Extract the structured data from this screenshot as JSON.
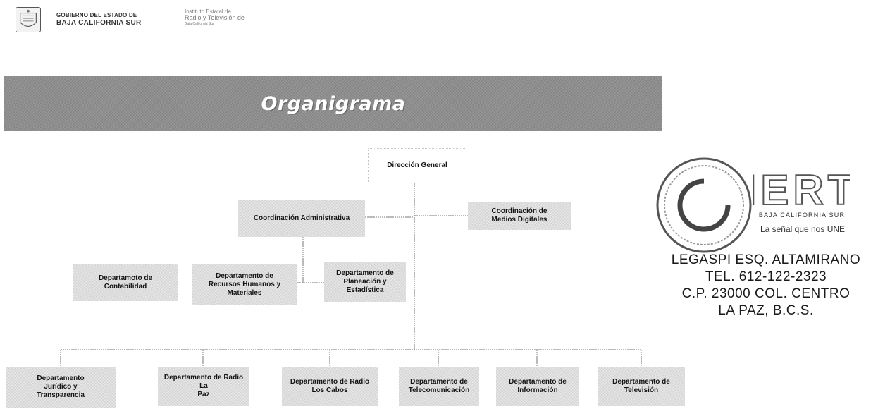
{
  "header": {
    "government_line1": "GOBIERNO DEL ESTADO DE",
    "government_line2": "BAJA CALIFORNIA SUR",
    "institute_line1": "Instituto Estatal de",
    "institute_line2": "Radio y Televisión de",
    "institute_line3": "Baja California Sur"
  },
  "banner": {
    "title": "Organigrama"
  },
  "org_chart": {
    "director": "Dirección General",
    "coordination_admin": "Coordinación  Administrativa",
    "coordination_digital": "Coordinación de\nMedios Digitales",
    "dept_contabilidad": "Departamoto de\nContabilidad",
    "dept_recursos": "Departamento de\nRecursos Humanos y\nMateriales",
    "dept_planeacion": "Departamento de\nPlaneación y\nEstadística",
    "dept_juridico": "Departamento\nJurídico y\nTransparencia",
    "dept_radio_lapaz": "Departamento de Radio La\nPaz",
    "dept_radio_loscabos": "Departamento de Radio\nLos Cabos",
    "dept_telecom": "Departamento de\nTelecomunicación",
    "dept_informacion": "Departamento de\nInformación",
    "dept_television": "Departamento de\nTelevisión"
  },
  "stamp": {
    "brand": "IERT",
    "subtitle": "BAJA CALIFORNIA SUR",
    "slogan": "La señal que nos UNE",
    "address_line1": "LEGASPI ESQ. ALTAMIRANO",
    "address_line2": "TEL. 612-122-2323",
    "address_line3": "C.P. 23000 COL. CENTRO",
    "address_line4": "LA PAZ, B.C.S."
  },
  "colors": {
    "banner": "#8f8f8f",
    "node_fill": "#dedede",
    "connector": "#777777"
  }
}
